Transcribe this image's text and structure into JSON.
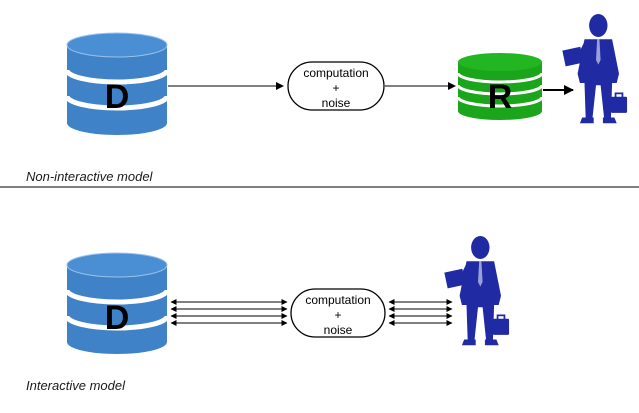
{
  "non_interactive": {
    "database_letter": "D",
    "process_line1": "computation",
    "process_line2": "+",
    "process_line3": "noise",
    "result_letter": "R",
    "caption": "Non-interactive model"
  },
  "interactive": {
    "database_letter": "D",
    "process_line1": "computation",
    "process_line2": "+",
    "process_line3": "noise",
    "caption": "Interactive model"
  },
  "colors": {
    "database_blue": "#3f82c8",
    "result_green": "#1aa51a",
    "analyst_navy": "#1f2aa3",
    "line": "#000000"
  },
  "icons": {
    "database": "database-cylinder-icon",
    "result": "result-cylinder-icon",
    "analyst": "analyst-person-icon"
  }
}
